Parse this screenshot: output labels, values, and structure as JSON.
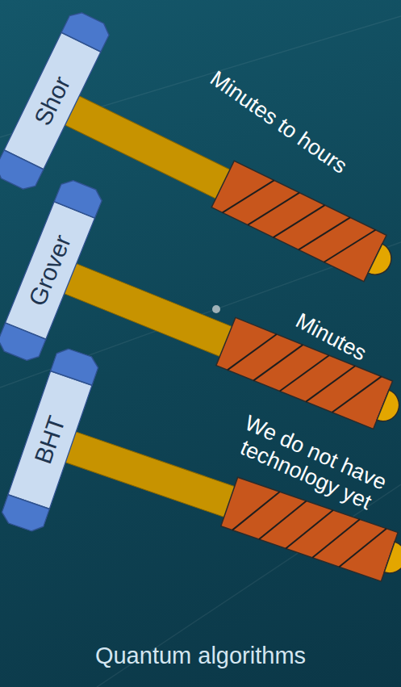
{
  "diagram": {
    "caption": "Quantum algorithms",
    "nodes": [
      {
        "text": [
          "Shor"
        ]
      },
      {
        "text": [
          "Grover"
        ]
      },
      {
        "text": [
          "BHT"
        ]
      }
    ],
    "labels": [
      "Minutes to hours",
      "Minutes",
      "We do not have technology yet"
    ]
  }
}
